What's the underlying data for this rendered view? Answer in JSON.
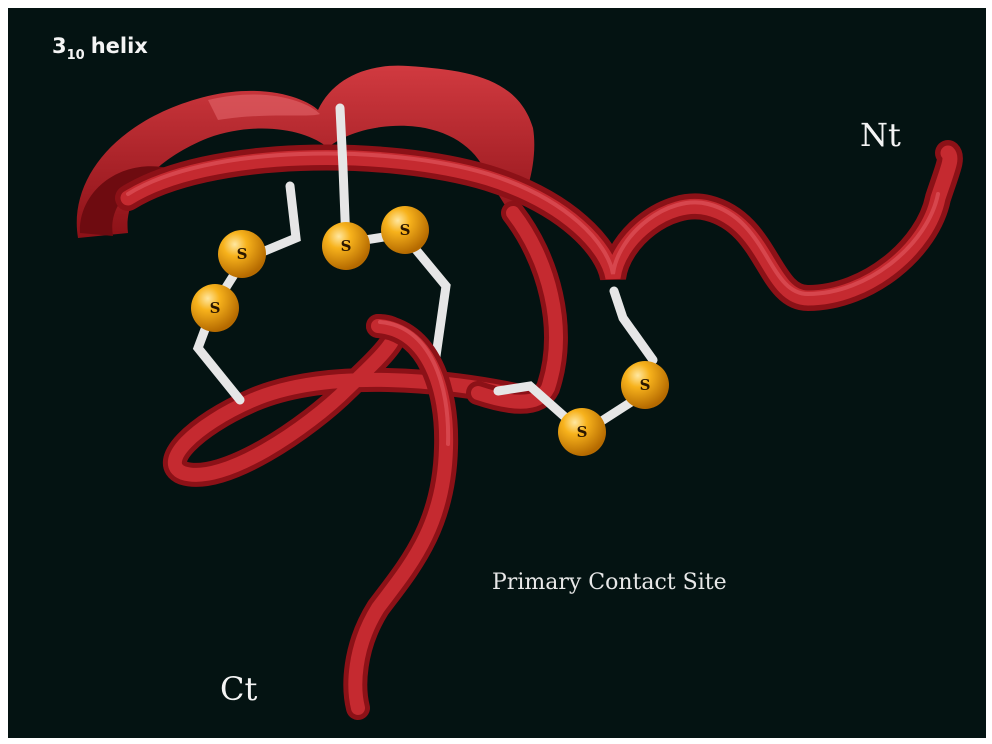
{
  "labels": {
    "helix_main": "3",
    "helix_sub": "10",
    "helix_word": "helix",
    "n_terminus": "Nt",
    "c_terminus": "Ct",
    "contact_site": "Primary Contact Site"
  },
  "sulfur_atoms": [
    {
      "symbol": "S"
    },
    {
      "symbol": "S"
    },
    {
      "symbol": "S"
    },
    {
      "symbol": "S"
    },
    {
      "symbol": "S"
    },
    {
      "symbol": "S"
    }
  ],
  "colors": {
    "background": "#041312",
    "backbone": "#b01c22",
    "backbone_highlight": "#d9474c",
    "bond": "#e6e6e6",
    "sulfur": "#f2a20e",
    "text": "#f4f4f4"
  },
  "icons": {
    "backbone": "protein-ribbon",
    "sulfur": "sulfur-atom-sphere",
    "bond": "disulfide-bond-stick"
  }
}
